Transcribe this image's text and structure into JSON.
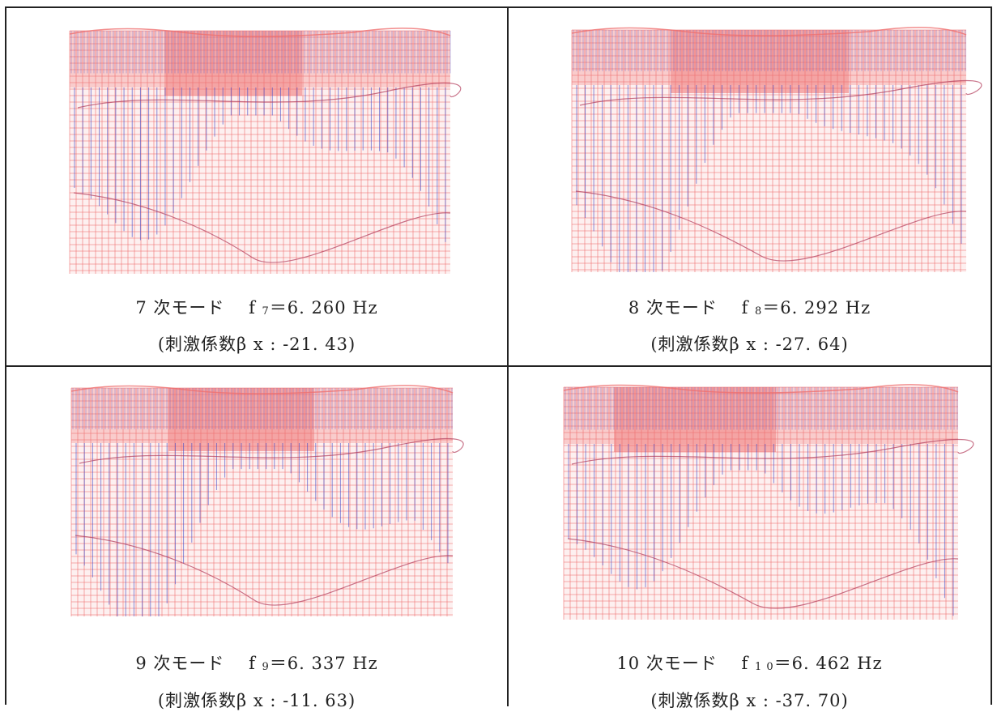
{
  "panels": [
    {
      "mode_label": "7 次モード",
      "freq_symbol": "f",
      "freq_subscript": "7",
      "freq_value": "＝6. 260 Hz",
      "participation": "(刺激係数β x : -21. 43)"
    },
    {
      "mode_label": "8 次モード",
      "freq_symbol": "f",
      "freq_subscript": "8",
      "freq_value": "＝6. 292 Hz",
      "participation": "(刺激係数β x : -27. 64)"
    },
    {
      "mode_label": "9 次モード",
      "freq_symbol": "f",
      "freq_subscript": "9",
      "freq_value": "＝6. 337 Hz",
      "participation": "(刺激係数β x : -11. 63)"
    },
    {
      "mode_label": "10 次モード",
      "freq_symbol": "f",
      "freq_subscript": "1 0",
      "freq_value": "＝6. 462 Hz",
      "participation": "(刺激係数β x : -37. 70)"
    }
  ],
  "colors": {
    "mesh_red": "#ef6f6f",
    "mesh_fill": "#f8c8c8",
    "mode_blue": "#3a46c8",
    "border": "#222222"
  }
}
